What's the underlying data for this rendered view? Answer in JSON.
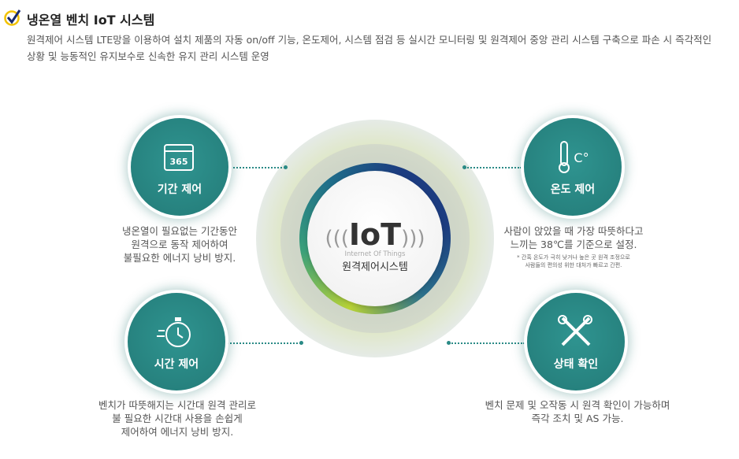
{
  "header": {
    "title": "냉온열 벤치 IoT 시스템",
    "description": "원격제어 시스템 LTE망을 이용하여 설치 제품의 자동 on/off 기능, 온도제어, 시스템 점검 등 실시간 모니터링 및 원격제어 중앙 관리 시스템 구축으로 파손 시 즉각적인 상황 및 능동적인 유지보수로 신속한 유지 관리 시스템 운영"
  },
  "center": {
    "logo": "IoT",
    "subtitle": "Internet Of Things",
    "label": "원격제어시스템"
  },
  "features": [
    {
      "label": "기간 제어",
      "icon": "calendar-365-icon",
      "icon_text": "365",
      "lines": [
        "냉온열이 필요없는 기간동안",
        "원격으로 동작 제어하여",
        "불필요한 에너지 낭비 방지."
      ]
    },
    {
      "label": "온도 제어",
      "icon": "thermometer-icon",
      "icon_text": "C°",
      "lines": [
        "사람이 앉았을 때 가장 따뜻하다고",
        "느끼는 38℃를 기준으로 설정."
      ],
      "note": [
        "* 간혹 온도가 극히 낮거나 높은 곳 원격 조정으로",
        "사람들의 편의성 위한 대처가 빠르고 간편."
      ]
    },
    {
      "label": "시간 제어",
      "icon": "stopwatch-icon",
      "lines": [
        "벤치가 따뜻해지는 시간대 원격 관리로",
        "불 필요한 시간대 사용을 손쉽게",
        "제어하여 에너지 낭비 방지."
      ]
    },
    {
      "label": "상태 확인",
      "icon": "tools-icon",
      "lines": [
        "벤치 문제 및 오작동 시 원격 확인이 가능하며",
        "즉각 조치 및 AS 가능."
      ]
    }
  ]
}
